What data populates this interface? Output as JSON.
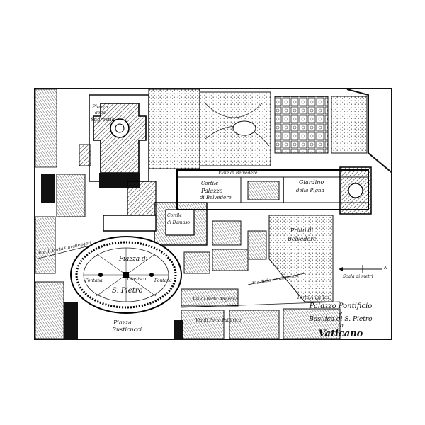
{
  "map": {
    "labels": {
      "piazza_sagrestia_1": "Piazza",
      "piazza_sagrestia_2": "della",
      "piazza_sagrestia_3": "Sagrestia",
      "viale_belvedere": "Viale di Belvedere",
      "cortile_1": "Cortile",
      "cortile_2": "Palazzo",
      "cortile_3": "di Belvedere",
      "giardino_1": "Giardino",
      "giardino_2": "della Pigna",
      "cortile_damaso_1": "Cortile",
      "cortile_damaso_2": "di Damaso",
      "prato_1": "Prato di",
      "prato_2": "Belvedere",
      "piazza_pietro_1": "Piazza di",
      "piazza_pietro_2": "S. Pietro",
      "obelisco": "Obelisco",
      "fontana_w": "Fontana",
      "fontana_e": "Fontana",
      "piazza_rusticucci_1": "Piazza",
      "piazza_rusticucci_2": "Rusticucci",
      "via_porta_cavalleggeri": "Via di Porta Cavalleggeri",
      "via_porta_angelica": "Via di Porta Angelica",
      "via_della_fondamenta": "Via della Fondamenta",
      "via_di_porta_fabbrica": "Via di Porta Fabbrica",
      "porta_angelica": "Porta Angelica",
      "scale": "Scala di metri"
    },
    "compass_label": "N"
  },
  "title": {
    "line1": "Palazzo Pontificio",
    "line2": "e",
    "line3": "Basilica di S. Pietro",
    "line4": "in",
    "line5": "Vaticano"
  }
}
